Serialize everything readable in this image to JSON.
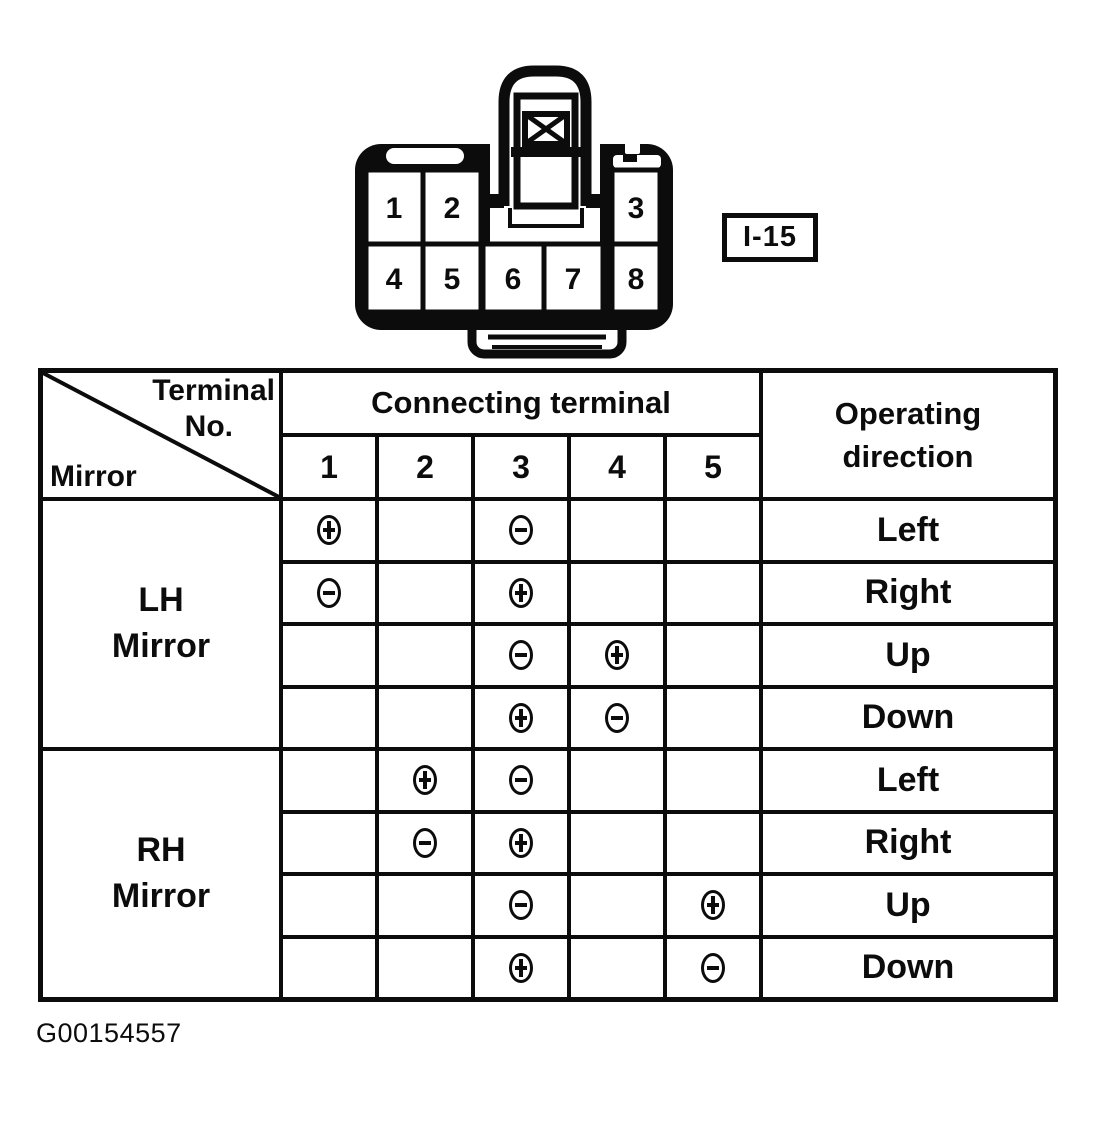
{
  "colors": {
    "ink": "#0c0c0c",
    "paper": "#ffffff"
  },
  "connector": {
    "ref_label": "I-15",
    "pins": [
      "1",
      "2",
      "3",
      "4",
      "5",
      "6",
      "7",
      "8"
    ]
  },
  "table": {
    "corner": {
      "top": "Terminal",
      "mid": "No.",
      "bottom": "Mirror"
    },
    "connecting_header": "Connecting terminal",
    "operating_header": [
      "Operating",
      "direction"
    ],
    "terminal_columns": [
      "1",
      "2",
      "3",
      "4",
      "5"
    ],
    "groups": [
      {
        "mirror": [
          "LH",
          "Mirror"
        ],
        "rows": [
          {
            "terminals": [
              "+",
              "",
              "-",
              "",
              ""
            ],
            "direction": "Left"
          },
          {
            "terminals": [
              "-",
              "",
              "+",
              "",
              ""
            ],
            "direction": "Right"
          },
          {
            "terminals": [
              "",
              "",
              "-",
              "+",
              ""
            ],
            "direction": "Up"
          },
          {
            "terminals": [
              "",
              "",
              "+",
              "-",
              ""
            ],
            "direction": "Down"
          }
        ]
      },
      {
        "mirror": [
          "RH",
          "Mirror"
        ],
        "rows": [
          {
            "terminals": [
              "",
              "+",
              "-",
              "",
              ""
            ],
            "direction": "Left"
          },
          {
            "terminals": [
              "",
              "-",
              "+",
              "",
              ""
            ],
            "direction": "Right"
          },
          {
            "terminals": [
              "",
              "",
              "-",
              "",
              "+"
            ],
            "direction": "Up"
          },
          {
            "terminals": [
              "",
              "",
              "+",
              "",
              "-"
            ],
            "direction": "Down"
          }
        ]
      }
    ]
  },
  "caption": "G00154557"
}
